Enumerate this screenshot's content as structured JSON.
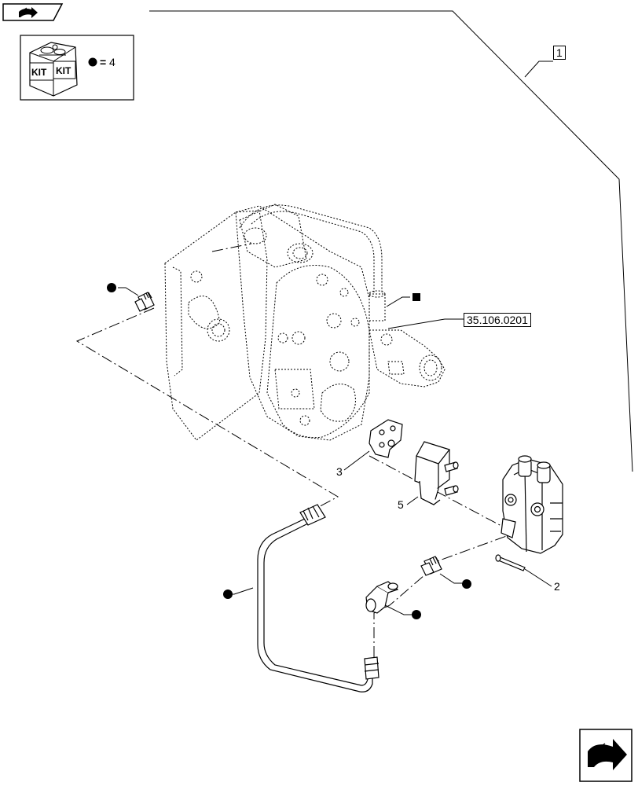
{
  "kit": {
    "kit_label_left": "KIT",
    "kit_label_right": "KIT",
    "quantity": "4",
    "equals": "="
  },
  "callouts": {
    "item_1": "1",
    "item_2": "2",
    "item_3": "3",
    "item_5": "5",
    "reference": "35.106.0201"
  },
  "icons": {
    "top_left": "previous-page-arrow-icon",
    "bottom_right": "next-page-arrow-icon",
    "kit": "kit-box-icon",
    "dot_marker": "filled-circle-marker-icon",
    "square_marker": "filled-square-marker-icon"
  },
  "colors": {
    "line": "#000000",
    "background": "#ffffff"
  }
}
